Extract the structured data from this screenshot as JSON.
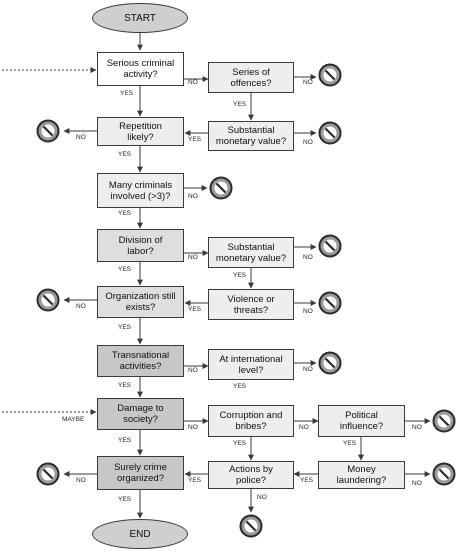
{
  "nodes": {
    "start": "START",
    "end": "END",
    "serious_crime": "Serious criminal\nactivity?",
    "series_offences": "Series of\noffences?",
    "repetition": "Repetition\nlikely?",
    "monetary_value_1": "Substantial\nmonetary value?",
    "many_criminals": "Many criminals\ninvolved (>3)?",
    "division_labor": "Division of\nlabor?",
    "monetary_value_2": "Substantial\nmonetary value?",
    "org_exists": "Organization still\nexists?",
    "violence": "Violence or\nthreats?",
    "transnational": "Transnational\nactivities?",
    "intl_level": "At international\nlevel?",
    "damage_society": "Damage to\nsociety?",
    "corruption": "Corruption and\nbribes?",
    "political": "Political\ninfluence?",
    "surely_organized": "Surely crime\norganized?",
    "police_actions": "Actions by\npolice?",
    "money_laundering": "Money\nlaundering?"
  },
  "labels": {
    "yes": "YES",
    "no": "NO",
    "maybe": "MAYBE"
  },
  "icons": {
    "stop": "no-entry-icon"
  },
  "colors": {
    "white": "#ffffff",
    "light": "#eeeeee",
    "mid": "#dedede",
    "dark": "#c7c7c7",
    "line": "#3a3a3a"
  }
}
